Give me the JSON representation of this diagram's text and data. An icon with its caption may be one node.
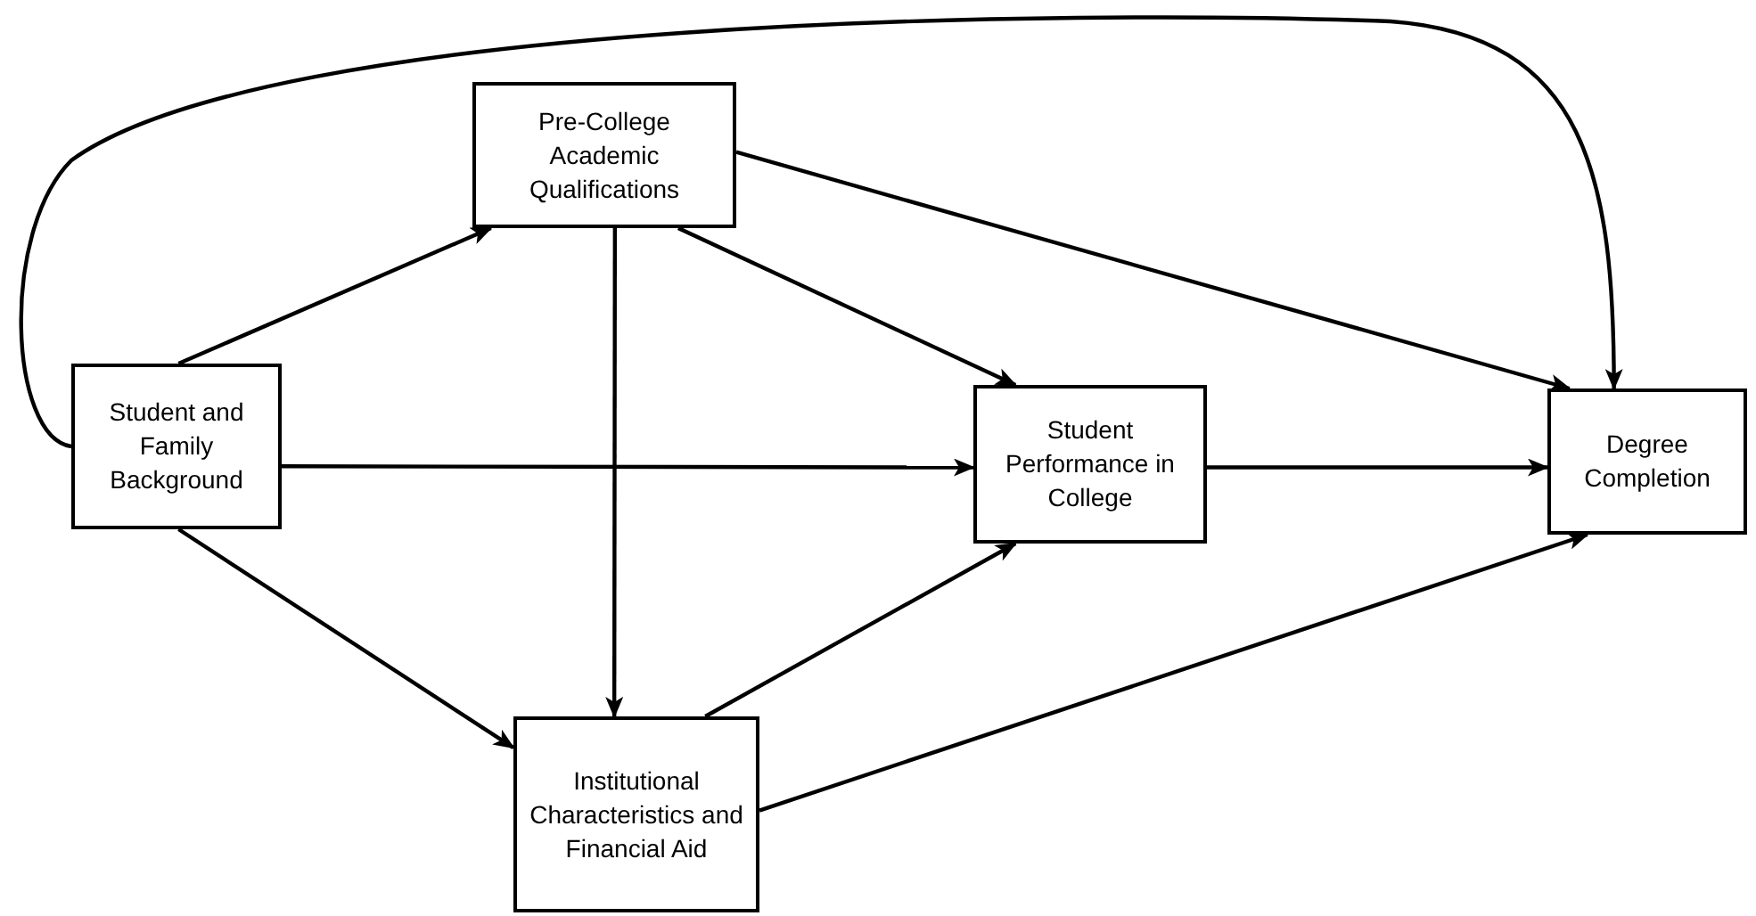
{
  "diagram": {
    "nodes": [
      {
        "text": [
          "Student and Family Background"
        ]
      },
      {
        "text": [
          "Pre-College Academic Qualifications"
        ]
      },
      {
        "text": [
          "Student Performance in College"
        ]
      },
      {
        "text": [
          "Degree Completion"
        ]
      },
      {
        "text": [
          "Institutional Characteristics and Financial Aid"
        ]
      }
    ],
    "edges": [
      {
        "from": 0,
        "to": 1,
        "arrow": "to"
      },
      {
        "from": 0,
        "to": 2,
        "arrow": "to"
      },
      {
        "from": 0,
        "to": 4,
        "arrow": "to"
      },
      {
        "from": 1,
        "to": 2,
        "arrow": "to"
      },
      {
        "from": 1,
        "to": 4,
        "arrow": "to"
      },
      {
        "from": 1,
        "to": 3,
        "arrow": "to"
      },
      {
        "from": 4,
        "to": 2,
        "arrow": "to"
      },
      {
        "from": 4,
        "to": 3,
        "arrow": "to"
      },
      {
        "from": 2,
        "to": 3,
        "arrow": "to"
      },
      {
        "from": 0,
        "to": 3,
        "arrow": "to"
      }
    ]
  }
}
